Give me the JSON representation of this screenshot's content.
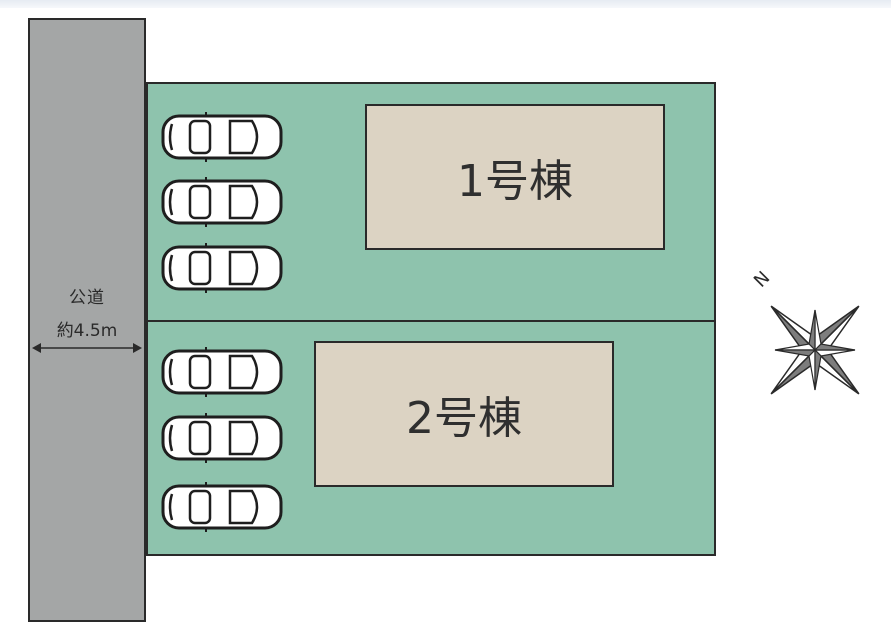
{
  "road": {
    "name": "公道",
    "width": "約4.5m"
  },
  "buildings": [
    {
      "label": "1号棟"
    },
    {
      "label": "2号棟"
    }
  ],
  "compass": {
    "north_label": "N"
  },
  "parking": {
    "lot_1_spaces": 3,
    "lot_2_spaces": 3
  },
  "colors": {
    "lot_fill": "#8ec3ad",
    "building_fill": "#dcd3c3",
    "road_fill": "#a4a6a6",
    "outline": "#2a2a2a"
  }
}
